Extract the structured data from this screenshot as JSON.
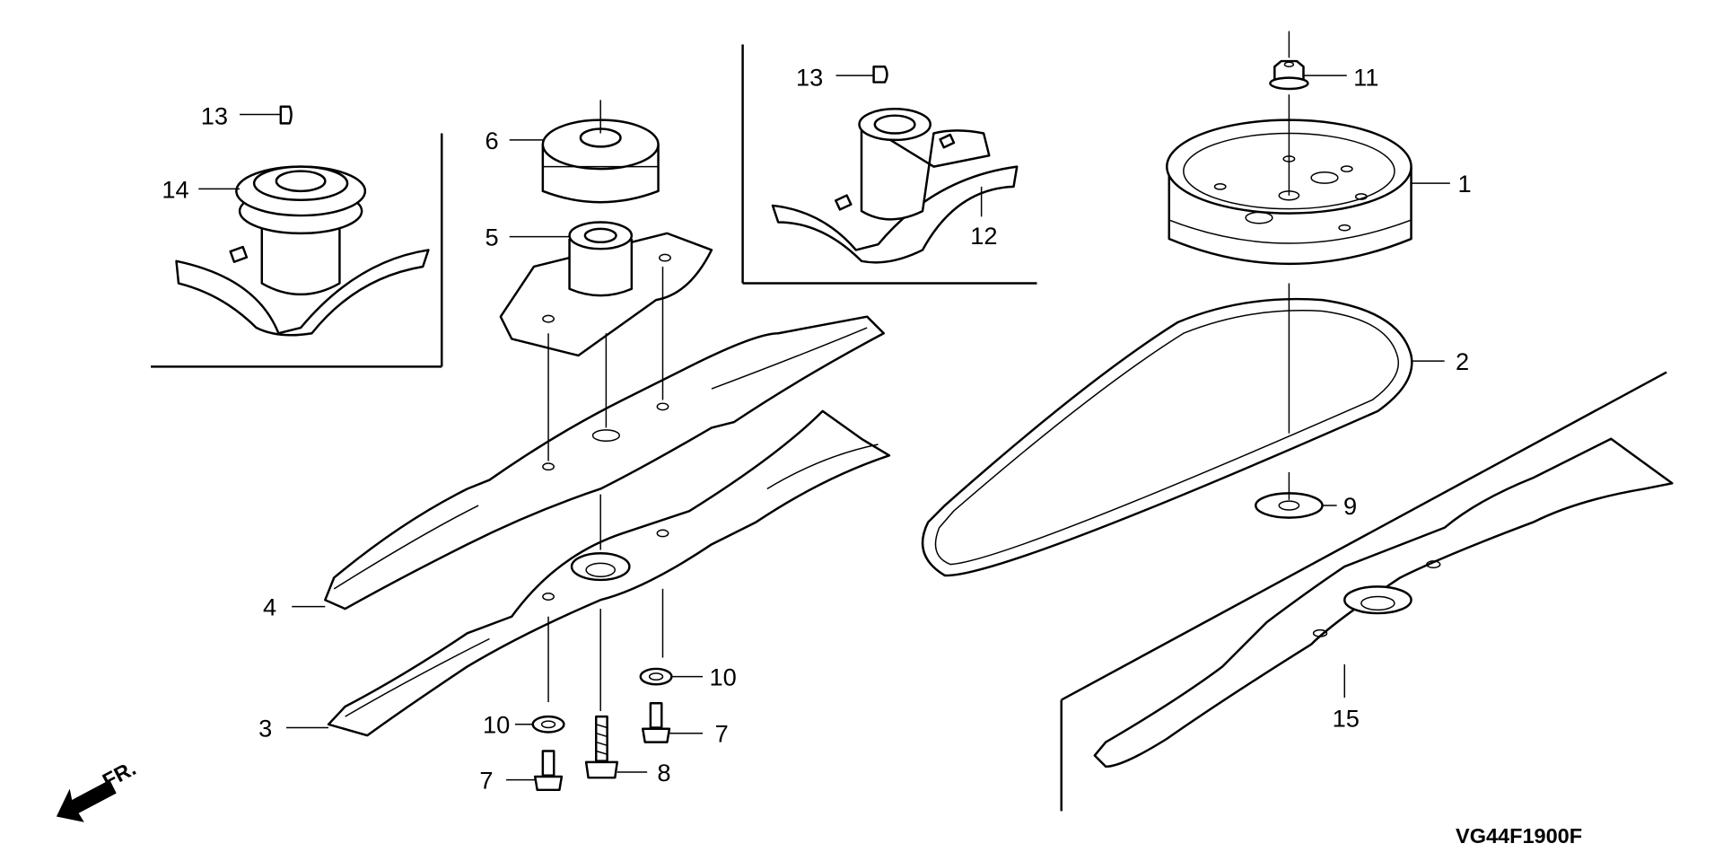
{
  "diagram": {
    "code": "VG44F1900F",
    "direction_label": "FR.",
    "callouts": [
      {
        "id": "c13a",
        "number": "13"
      },
      {
        "id": "c14",
        "number": "14"
      },
      {
        "id": "c6",
        "number": "6"
      },
      {
        "id": "c5",
        "number": "5"
      },
      {
        "id": "c13b",
        "number": "13"
      },
      {
        "id": "c12",
        "number": "12"
      },
      {
        "id": "c11",
        "number": "11"
      },
      {
        "id": "c1",
        "number": "1"
      },
      {
        "id": "c2",
        "number": "2"
      },
      {
        "id": "c9",
        "number": "9"
      },
      {
        "id": "c4",
        "number": "4"
      },
      {
        "id": "c3",
        "number": "3"
      },
      {
        "id": "c10a",
        "number": "10"
      },
      {
        "id": "c10b",
        "number": "10"
      },
      {
        "id": "c7a",
        "number": "7"
      },
      {
        "id": "c7b",
        "number": "7"
      },
      {
        "id": "c8",
        "number": "8"
      },
      {
        "id": "c15",
        "number": "15"
      }
    ]
  }
}
